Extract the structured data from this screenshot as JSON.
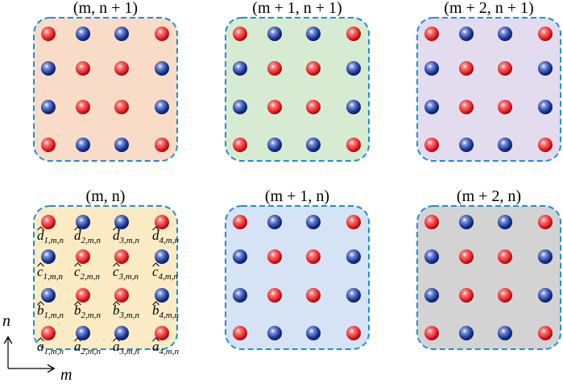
{
  "colors": {
    "red_site": "#e8262a",
    "blue_site": "#1f3f9e",
    "cell_border": "#1f8fd6"
  },
  "cells": [
    {
      "title": "(m, n + 1)",
      "fill": "#f8dcc8",
      "pattern": "A"
    },
    {
      "title": "(m + 1, n + 1)",
      "fill": "#d7ebd3",
      "pattern": "B"
    },
    {
      "title": "(m + 2, n + 1)",
      "fill": "#e3dcef",
      "pattern": "A"
    },
    {
      "title": "(m, n)",
      "fill": "#faebc4",
      "pattern": "A"
    },
    {
      "title": "(m + 1, n)",
      "fill": "#d6e3f4",
      "pattern": "B"
    },
    {
      "title": "(m + 2, n)",
      "fill": "#d3d3d3",
      "pattern": "A"
    }
  ],
  "patterns": {
    "A": [
      [
        "red",
        "blue",
        "blue",
        "red"
      ],
      [
        "blue",
        "red",
        "red",
        "blue"
      ],
      [
        "blue",
        "red",
        "red",
        "blue"
      ],
      [
        "red",
        "blue",
        "blue",
        "red"
      ]
    ],
    "B": [
      [
        "red",
        "blue",
        "blue",
        "red"
      ],
      [
        "blue",
        "red",
        "red",
        "blue"
      ],
      [
        "blue",
        "red",
        "red",
        "blue"
      ],
      [
        "red",
        "blue",
        "blue",
        "red"
      ]
    ]
  },
  "site_labels": {
    "rows": [
      {
        "op": "d",
        "subs": [
          "1,m,n",
          "2,m,n",
          "3,m,n",
          "4,m,n"
        ]
      },
      {
        "op": "c",
        "subs": [
          "1,m,n",
          "2,m,n",
          "3,m,n",
          "4,m,n"
        ]
      },
      {
        "op": "b",
        "subs": [
          "1,m,n",
          "2,m,n",
          "3,m,n",
          "4,m,n"
        ]
      },
      {
        "op": "a",
        "subs": [
          "1,m,n",
          "2,m,n",
          "3,m,n",
          "4,m,n"
        ]
      }
    ]
  },
  "axes": {
    "vertical": "n",
    "horizontal": "m"
  }
}
